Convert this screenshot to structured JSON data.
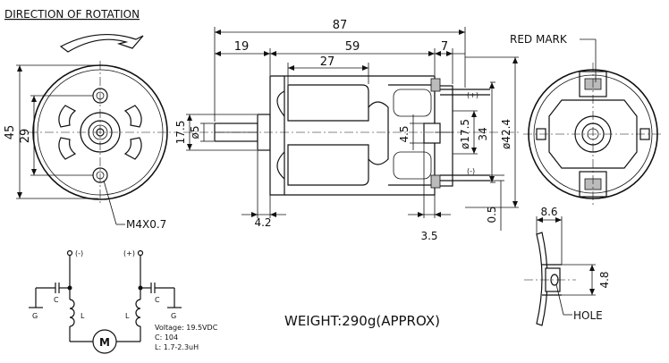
{
  "title": "DIRECTION OF ROTATION",
  "dimensions": {
    "overall_length": "87",
    "seg_19": "19",
    "seg_59": "59",
    "seg_7": "7",
    "seg_27": "27",
    "front_45": "45",
    "front_29": "29",
    "side_17_5": "17.5",
    "side_d5": "ø5",
    "side_4_5": "4.5",
    "side_d17_5": "ø17.5",
    "side_34": "34",
    "side_d42_4": "ø42.4",
    "side_4_2": "4.2",
    "side_3_5": "3.5",
    "side_0_5": "0.5",
    "tab_8_6": "8.6",
    "tab_4_8": "4.8"
  },
  "labels": {
    "thread": "M4X0.7",
    "red_mark": "RED MARK",
    "hole": "HOLE",
    "plus": "(+)",
    "minus": "(-)",
    "weight": "WEIGHT:290g(APPROX)"
  },
  "circuit": {
    "neg": "(-)",
    "pos": "(+)",
    "c": "C",
    "g": "G",
    "l": "L",
    "motor": "M",
    "voltage": "Voltage: 19.5VDC",
    "cap": "C: 104",
    "ind": "L: 1.7-2.3uH"
  }
}
